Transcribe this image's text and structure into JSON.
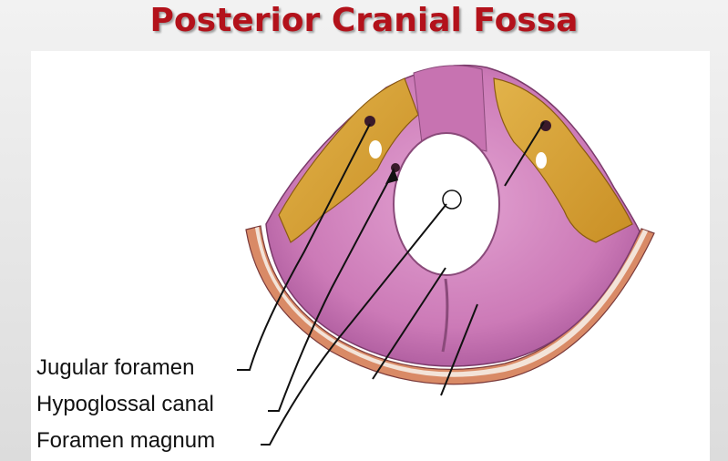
{
  "title": "Posterior Cranial Fossa",
  "labels": [
    "Jugular foramen",
    "Hypoglossal canal",
    "Foramen magnum"
  ],
  "colors": {
    "title": "#b3121b",
    "bone_pink": "#cf7fb8",
    "bone_pink_dark": "#b25f9d",
    "bone_tan": "#d9a53a",
    "cut_outer": "#d98a66",
    "cut_marrow": "#f3e3d8"
  }
}
